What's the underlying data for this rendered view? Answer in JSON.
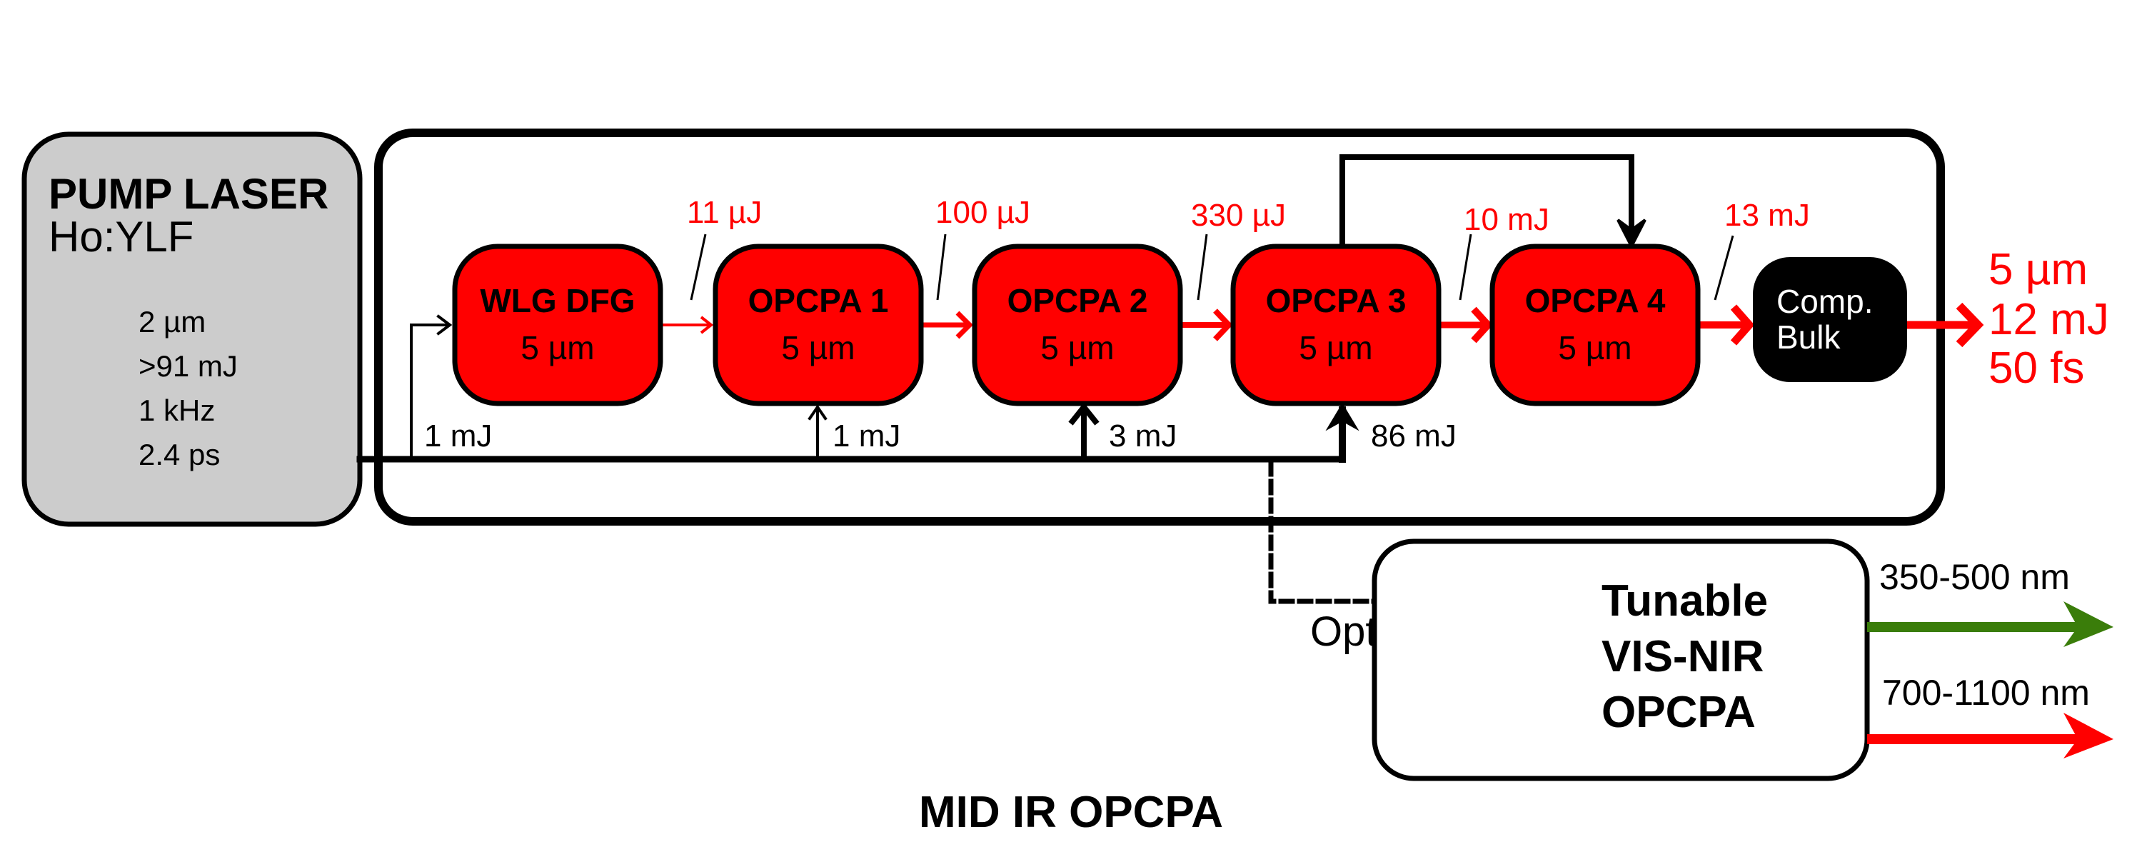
{
  "title": "MID IR OPCPA",
  "colors": {
    "amp_fill": "#ff0000",
    "signal": "#ff0000",
    "pump": "#000000",
    "pump_box_fill": "#cccccc",
    "compressor_fill": "#000000",
    "green_output": "#3a7d0a",
    "red_output": "#ff0000"
  },
  "pump_laser": {
    "title": "PUMP LASER",
    "subtitle": "Ho:YLF",
    "specs": [
      "2 µm",
      ">91 mJ",
      "1 kHz",
      "2.4 ps"
    ]
  },
  "stages": [
    {
      "name": "WLG DFG",
      "wavelength": "5 µm"
    },
    {
      "name": "OPCPA 1",
      "wavelength": "5 µm"
    },
    {
      "name": "OPCPA 2",
      "wavelength": "5 µm"
    },
    {
      "name": "OPCPA 3",
      "wavelength": "5 µm"
    },
    {
      "name": "OPCPA 4",
      "wavelength": "5 µm"
    }
  ],
  "signal_energies": [
    "11 µJ",
    "100 µJ",
    "330 µJ",
    "10 mJ",
    "13 mJ"
  ],
  "pump_energies": [
    "1 mJ",
    "1 mJ",
    "3 mJ",
    "86 mJ"
  ],
  "compressor": {
    "line1": "Comp.",
    "line2": "Bulk"
  },
  "output": {
    "wavelength": "5 µm",
    "energy": "12 mJ",
    "duration": "50 fs"
  },
  "optional_label": "Optional",
  "tunable": {
    "lines": [
      "Tunable",
      "VIS-NIR",
      "OPCPA"
    ],
    "outputs": [
      {
        "label": "350-500 nm",
        "color": "green"
      },
      {
        "label": "700-1100 nm",
        "color": "red"
      }
    ]
  }
}
